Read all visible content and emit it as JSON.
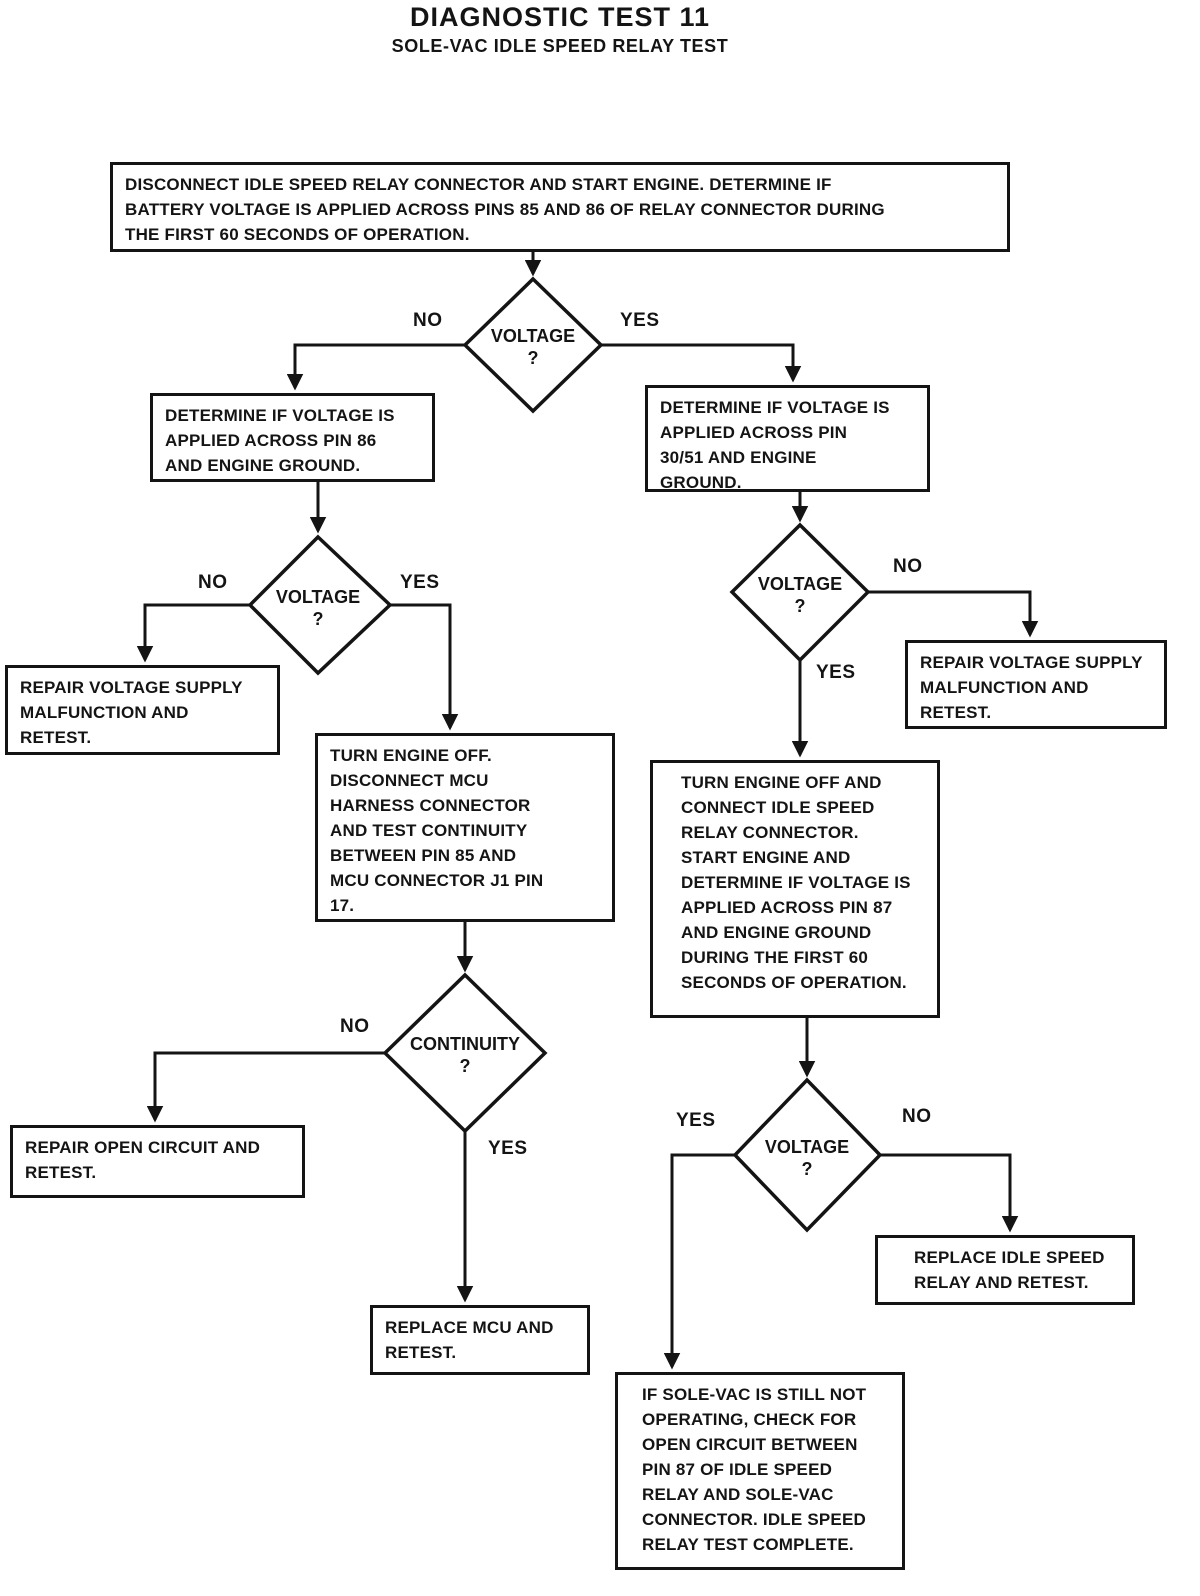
{
  "title": "DIAGNOSTIC TEST 11",
  "subtitle": "SOLE-VAC IDLE SPEED RELAY TEST",
  "labels": {
    "yes": "YES",
    "no": "NO"
  },
  "nodes": {
    "start": "DISCONNECT IDLE SPEED RELAY CONNECTOR AND START ENGINE. DETERMINE IF\nBATTERY VOLTAGE IS APPLIED ACROSS PINS 85 AND 86 OF RELAY CONNECTOR DURING\nTHE FIRST 60 SECONDS OF OPERATION.",
    "decision_voltage_1": "VOLTAGE\n?",
    "determine_pin86": "DETERMINE IF VOLTAGE IS\nAPPLIED ACROSS PIN 86\nAND ENGINE GROUND.",
    "determine_pin3051": "DETERMINE IF VOLTAGE IS\nAPPLIED ACROSS PIN\n30/51 AND ENGINE\nGROUND.",
    "decision_voltage_2": "VOLTAGE\n?",
    "repair_voltage_left": "REPAIR VOLTAGE SUPPLY\nMALFUNCTION AND\nRETEST.",
    "turn_engine_off_mcu": "TURN ENGINE OFF.\nDISCONNECT MCU\nHARNESS CONNECTOR\nAND TEST CONTINUITY\nBETWEEN PIN 85 AND\nMCU CONNECTOR J1 PIN\n17.",
    "decision_continuity": "CONTINUITY\n?",
    "repair_open_circuit": "REPAIR OPEN CIRCUIT AND\nRETEST.",
    "replace_mcu": "REPLACE MCU AND\nRETEST.",
    "decision_voltage_4": "VOLTAGE\n?",
    "repair_voltage_right": "REPAIR VOLTAGE SUPPLY\nMALFUNCTION AND\nRETEST.",
    "turn_engine_off_relay": "TURN ENGINE OFF AND\nCONNECT IDLE SPEED\nRELAY CONNECTOR.\nSTART ENGINE AND\nDETERMINE IF VOLTAGE IS\nAPPLIED ACROSS PIN 87\nAND ENGINE GROUND\nDURING THE FIRST 60\nSECONDS OF OPERATION.",
    "decision_voltage_5": "VOLTAGE\n?",
    "replace_relay": "REPLACE IDLE SPEED\nRELAY AND RETEST.",
    "sole_vac_check": "IF SOLE-VAC IS STILL NOT\nOPERATING, CHECK FOR\nOPEN CIRCUIT BETWEEN\nPIN 87 OF IDLE SPEED\nRELAY AND SOLE-VAC\nCONNECTOR. IDLE SPEED\nRELAY TEST COMPLETE."
  }
}
